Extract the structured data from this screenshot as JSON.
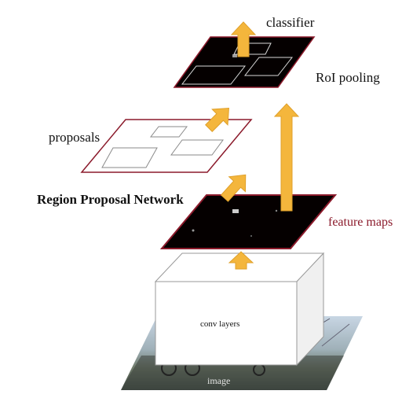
{
  "labels": {
    "classifier": "classifier",
    "roi_pooling": "RoI pooling",
    "proposals": "proposals",
    "region_proposal_network": "Region Proposal Network",
    "feature_maps": "feature maps",
    "conv_layers": "conv layers",
    "image": "image"
  },
  "colors": {
    "arrow": "#f4b63c",
    "arrow_stroke": "#e0a02a",
    "feature_border": "#8b1a2b",
    "map_fill": "#050000"
  }
}
